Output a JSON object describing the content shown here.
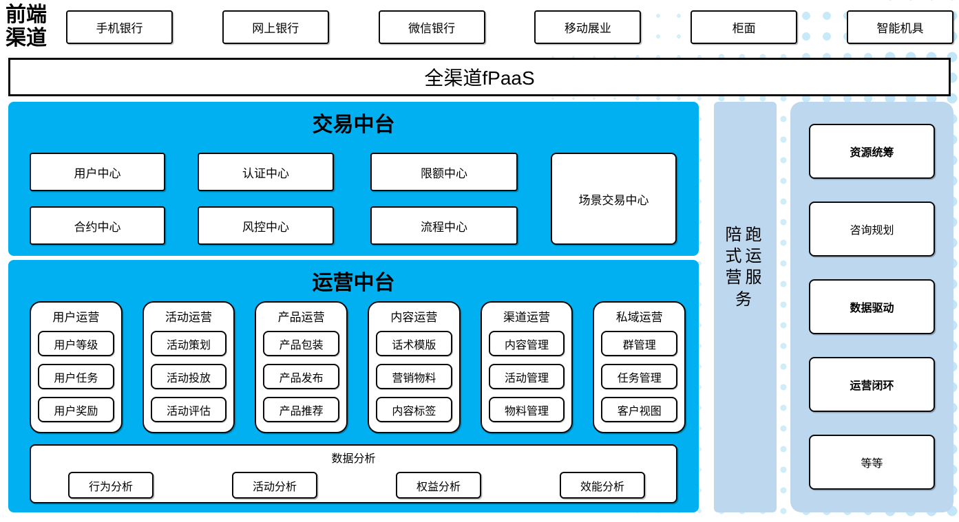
{
  "header": {
    "label": "前端渠道",
    "channels": [
      "手机银行",
      "网上银行",
      "微信银行",
      "移动展业",
      "柜面",
      "智能机具"
    ]
  },
  "fpaas": {
    "label": "全渠道fPaaS"
  },
  "trade_platform": {
    "title": "交易中台",
    "row1": [
      "用户中心",
      "认证中心",
      "限额中心"
    ],
    "row2": [
      "合约中心",
      "风控中心",
      "流程中心"
    ],
    "tall_box": "场景交易中心"
  },
  "ops_platform": {
    "title": "运营中台",
    "columns": [
      {
        "header": "用户运营",
        "items": [
          "用户等级",
          "用户任务",
          "用户奖励"
        ]
      },
      {
        "header": "活动运营",
        "items": [
          "活动策划",
          "活动投放",
          "活动评估"
        ]
      },
      {
        "header": "产品运营",
        "items": [
          "产品包装",
          "产品发布",
          "产品推荐"
        ]
      },
      {
        "header": "内容运营",
        "items": [
          "话术模版",
          "营销物料",
          "内容标签"
        ]
      },
      {
        "header": "渠道运营",
        "items": [
          "内容管理",
          "活动管理",
          "物料管理"
        ]
      },
      {
        "header": "私域运营",
        "items": [
          "群管理",
          "任务管理",
          "客户视图"
        ]
      }
    ],
    "data_analysis": {
      "title": "数据分析",
      "items": [
        "行为分析",
        "活动分析",
        "权益分析",
        "效能分析"
      ]
    }
  },
  "companion_service": {
    "label": "陪跑式运营服务"
  },
  "right_panel": {
    "items": [
      {
        "label": "资源统筹",
        "bold": true
      },
      {
        "label": "咨询规划",
        "bold": false
      },
      {
        "label": "数据驱动",
        "bold": true
      },
      {
        "label": "运营闭环",
        "bold": true
      },
      {
        "label": "等等",
        "bold": false
      }
    ]
  },
  "colors": {
    "accent_blue": "#00B0F0",
    "light_blue": "#BDD7EE",
    "dot_blue": "#C9E8F7"
  }
}
